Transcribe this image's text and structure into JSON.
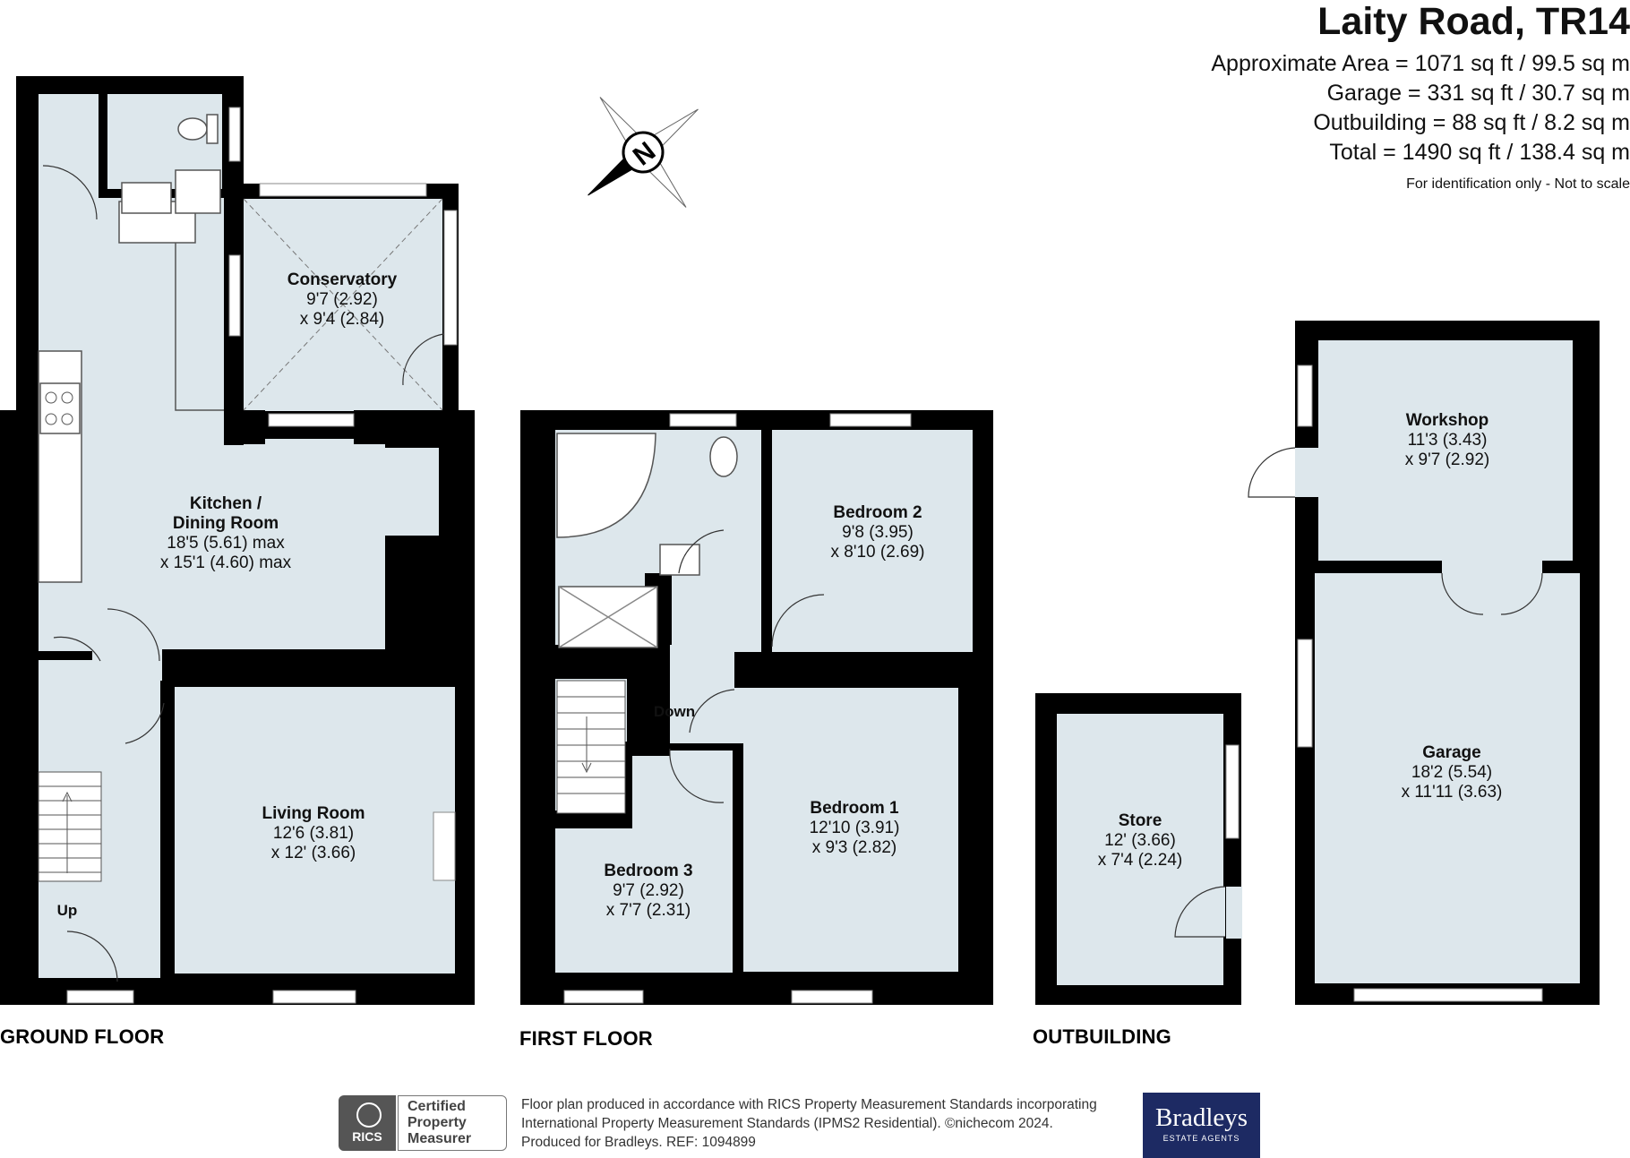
{
  "header": {
    "title": "Laity Road, TR14",
    "areas": [
      "Approximate Area = 1071 sq ft / 99.5 sq m",
      "Garage = 331 sq ft / 30.7 sq m",
      "Outbuilding = 88 sq ft / 8.2 sq m",
      "Total = 1490 sq ft / 138.4 sq m"
    ],
    "note": "For identification only - Not to scale"
  },
  "compass": {
    "label": "N"
  },
  "floors": {
    "ground": "GROUND FLOOR",
    "first": "FIRST FLOOR",
    "outbuilding": "OUTBUILDING"
  },
  "rooms": {
    "conservatory": {
      "name": "Conservatory",
      "dim1": "9'7 (2.92)",
      "dim2": "x 9'4 (2.84)"
    },
    "kitchen": {
      "name1": "Kitchen /",
      "name2": "Dining Room",
      "dim1": "18'5 (5.61) max",
      "dim2": "x 15'1 (4.60) max"
    },
    "living": {
      "name": "Living Room",
      "dim1": "12'6 (3.81)",
      "dim2": "x 12' (3.66)"
    },
    "bedroom2": {
      "name": "Bedroom 2",
      "dim1": "9'8 (3.95)",
      "dim2": "x 8'10 (2.69)"
    },
    "bedroom1": {
      "name": "Bedroom 1",
      "dim1": "12'10 (3.91)",
      "dim2": "x 9'3 (2.82)"
    },
    "bedroom3": {
      "name": "Bedroom 3",
      "dim1": "9'7 (2.92)",
      "dim2": "x 7'7 (2.31)"
    },
    "store": {
      "name": "Store",
      "dim1": "12' (3.66)",
      "dim2": "x 7'4 (2.24)"
    },
    "workshop": {
      "name": "Workshop",
      "dim1": "11'3 (3.43)",
      "dim2": "x 9'7 (2.92)"
    },
    "garage": {
      "name": "Garage",
      "dim1": "18'2 (5.54)",
      "dim2": "x 11'11 (3.63)"
    }
  },
  "stairs": {
    "up": "Up",
    "down": "Down"
  },
  "footer": {
    "rics_line1": "Certified",
    "rics_line2": "Property",
    "rics_line3": "Measurer",
    "rics_logo": "RICS",
    "line1": "Floor plan produced in accordance with RICS Property Measurement Standards incorporating",
    "line2": "International Property Measurement Standards (IPMS2 Residential).  ©nichecom 2024.",
    "line3": "Produced for Bradleys.   REF:  1094899",
    "brand": "Bradleys",
    "brand_sub": "ESTATE AGENTS"
  },
  "colors": {
    "wall": "#000000",
    "floor": "#dde7ec",
    "window": "#ffffff",
    "fixture": "#ffffff"
  }
}
